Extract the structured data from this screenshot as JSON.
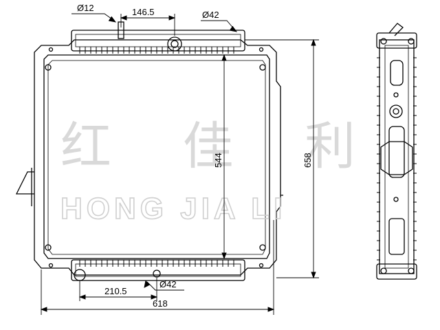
{
  "drawing": {
    "dimensions": {
      "inlet_pipe_diameter": "Ø12",
      "top_offset": "146.5",
      "top_tank_diameter": "Ø42",
      "core_height": "544",
      "overall_height": "658",
      "bottom_offset": "210.5",
      "bottom_tank_diameter": "Ø42",
      "overall_width": "618"
    },
    "watermark": {
      "chinese": "红 佳 利",
      "english": "HONG JIA LI"
    }
  }
}
